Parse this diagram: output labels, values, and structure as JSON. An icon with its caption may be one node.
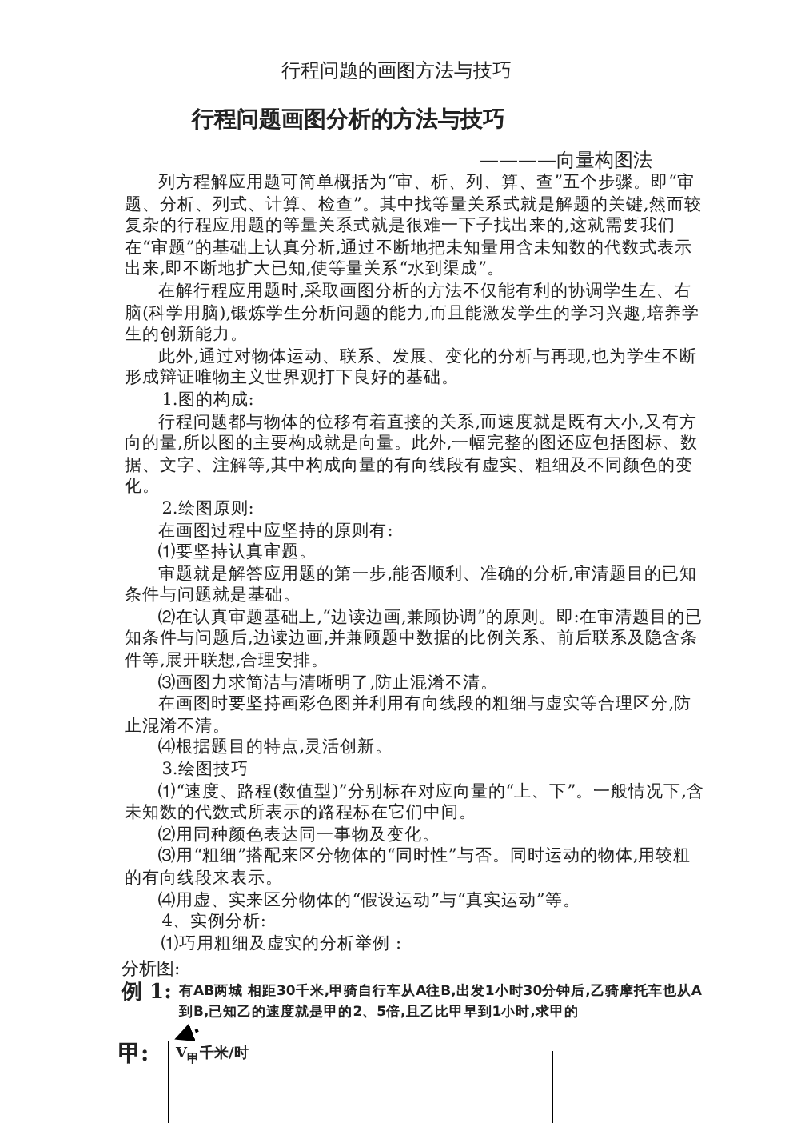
{
  "diagram": {
    "title": "行程问题画图分析的方法与技巧",
    "labels": [
      "行程问题的画图方法与技巧",
      "————向量构图法",
      "列方程解应用题可简单概括为“审、析、列、算、查”五个步骤。即“审题、分析、列式、计算、检查”。其中找等量关系式就是解题的关键,然而较复杂的行程应用题的等量关系式就是很难一下子找出来的,这就需要我们在“审题”的基础上认真分析,通过不断地把未知量用含未知数的代数式表示出来,即不断地扩大已知,使等量关系“水到渠成”。",
      "在解行程应用题时,采取画图分析的方法不仅能有利的协调学生左、右脑(科学用脑),锻炼学生分析问题的能力,而且能激发学生的学习兴趣,培养学生的创新能力。",
      "此外,通过对物体运动、联系、发展、变化的分析与再现,也为学生不断形成辩证唯物主义世界观打下良好的基础。",
      "1.图的构成:",
      "行程问题都与物体的位移有着直接的关系,而速度就是既有大小,又有方向的量,所以图的主要构成就是向量。此外,一幅完整的图还应包括图标、数据、文字、注解等,其中构成向量的有向线段有虚实、粗细及不同颜色的变化。",
      "2.绘图原则:",
      "在画图过程中应坚持的原则有:",
      "⑴要坚持认真审题。",
      "审题就是解答应用题的第一步,能否顺利、准确的分析,审清题目的已知条件与问题就是基础。",
      "⑵在认真审题基础上,“边读边画,兼顾协调”的原则。即:在审清题目的已知条件与问题后,边读边画,并兼顾题中数据的比例关系、前后联系及隐含条件等,展开联想,合理安排。",
      "⑶画图力求简洁与清晰明了,防止混淆不清。",
      "在画图时要坚持画彩色图并利用有向线段的粗细与虚实等合理区分,防止混淆不清。",
      "⑷根据题目的特点,灵活创新。",
      "3.绘图技巧",
      "⑴“速度、路程(数值型)”分别标在对应向量的“上、下”。一般情况下,含未知数的代数式所表示的路程标在它们中间。",
      "⑵用同种颜色表达同一事物及变化。",
      "⑶用“粗细”搭配来区分物体的“同时性”与否。同时运动的物体,用较粗的有向线段来表示。",
      "⑷用虚、实来区分物体的“假设运动”与“真实运动”等。",
      "4、实例分析:",
      "⑴巧用粗细及虚实的分析举例 :",
      "分析图:",
      "例 1:",
      "有AB两城 相距30千米,甲骑自行车从A往B,出发1小时30分钟后,乙骑摩托车也从A到B,已知乙的速度就是甲的2、5倍,且乙比甲早到1小时,求甲的",
      "甲:",
      "V$_{甲}$千米/时"
    ]
  }
}
